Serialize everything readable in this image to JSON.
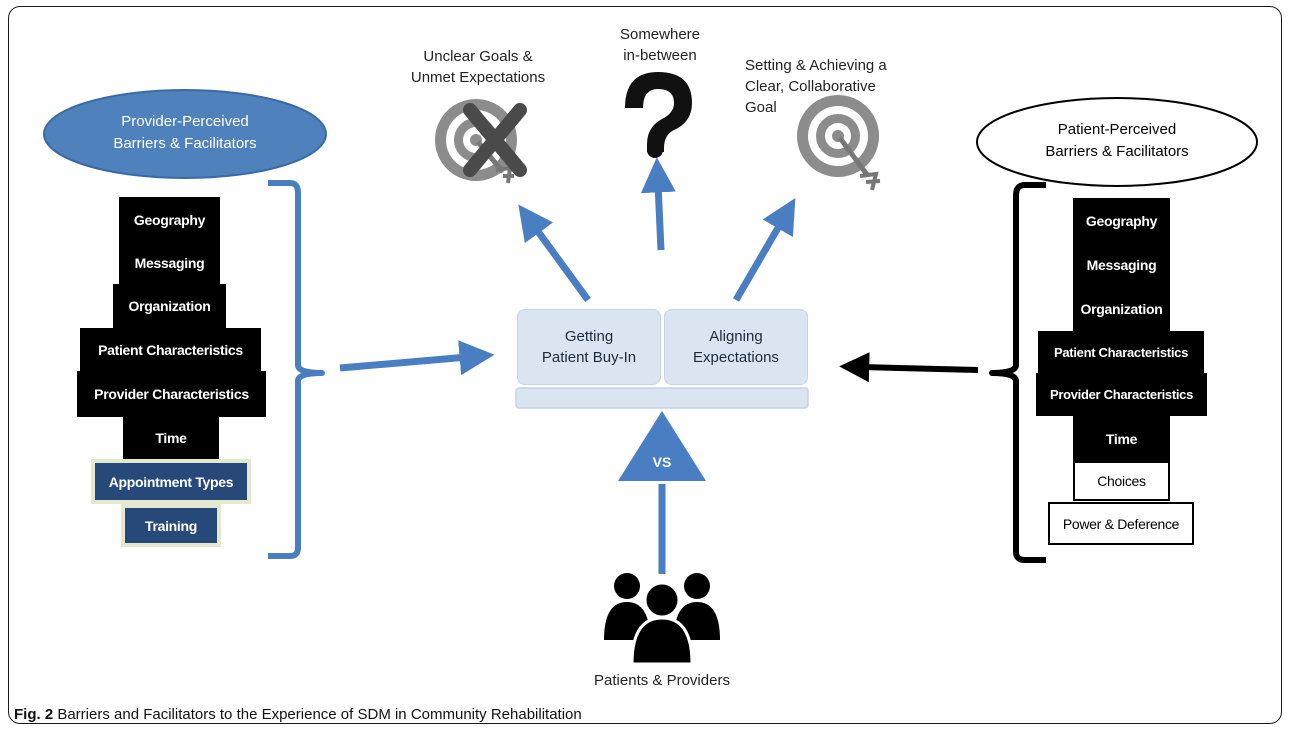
{
  "left_group": {
    "title": "Provider-Perceived\nBarriers & Facilitators",
    "items": [
      {
        "label": "Geography",
        "style": "black"
      },
      {
        "label": "Messaging",
        "style": "black"
      },
      {
        "label": "Organization",
        "style": "black"
      },
      {
        "label": "Patient Characteristics",
        "style": "black"
      },
      {
        "label": "Provider Characteristics",
        "style": "black"
      },
      {
        "label": "Time",
        "style": "black"
      },
      {
        "label": "Appointment Types",
        "style": "navy"
      },
      {
        "label": "Training",
        "style": "navy"
      }
    ]
  },
  "right_group": {
    "title": "Patient-Perceived\nBarriers & Facilitators",
    "items": [
      {
        "label": "Geography",
        "style": "black"
      },
      {
        "label": "Messaging",
        "style": "black"
      },
      {
        "label": "Organization",
        "style": "black"
      },
      {
        "label": "Patient Characteristics",
        "style": "black"
      },
      {
        "label": "Provider Characteristics",
        "style": "black"
      },
      {
        "label": "Time",
        "style": "black"
      },
      {
        "label": "Choices",
        "style": "white"
      },
      {
        "label": "Power & Deference",
        "style": "white"
      }
    ]
  },
  "outcomes": {
    "unclear": "Unclear Goals &\nUnmet Expectations",
    "between": "Somewhere\nin-between",
    "clear": "Setting & Achieving a\nClear, Collaborative\nGoal"
  },
  "center": {
    "box_left": "Getting\nPatient Buy-In",
    "box_right": "Aligning\nExpectations",
    "fulcrum": "VS",
    "people_label": "Patients & Providers"
  },
  "colors": {
    "blue": "#4a7ec2",
    "ellipse_fill": "#4f81bd",
    "navy": "#27497a",
    "box_fill": "#dbe5f2",
    "target_grey": "#8c8c8c"
  },
  "caption": {
    "prefix": "Fig. 2",
    "text": " Barriers and Facilitators to the Experience of SDM in Community Rehabilitation"
  }
}
